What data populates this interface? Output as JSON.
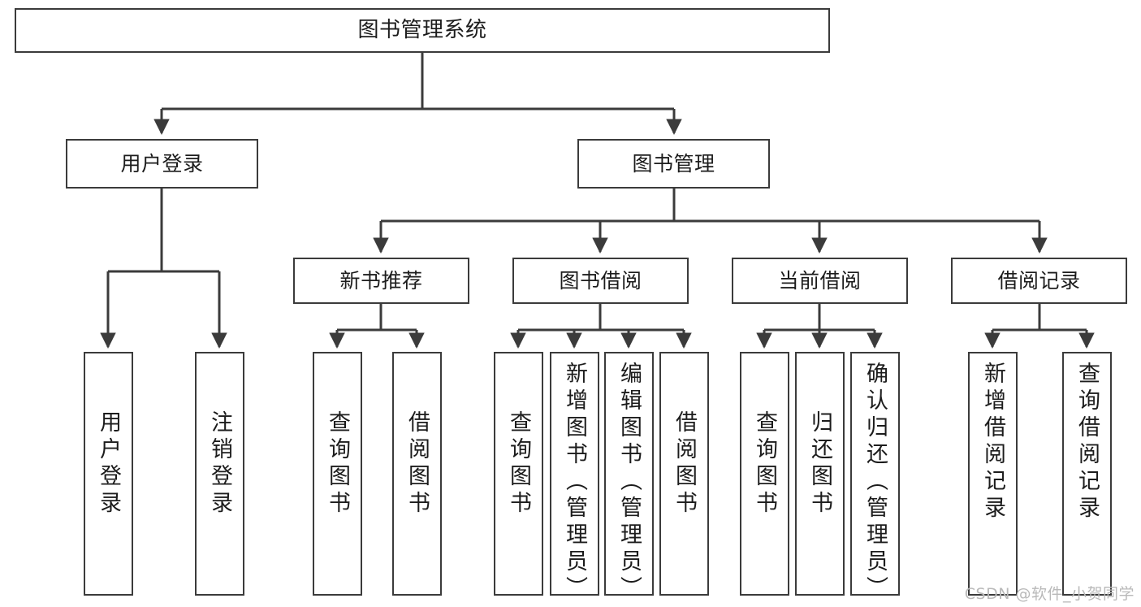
{
  "diagram": {
    "title": "图书管理系统",
    "type": "tree",
    "watermark": "CSDN @软件_小贺同学",
    "colors": {
      "stroke": "#3b3b3b",
      "fill": "#ffffff",
      "text": "#1c1c1c",
      "watermark": "#b9b9b9"
    },
    "root": {
      "label": "图书管理系统"
    },
    "level2": [
      {
        "label": "用户登录"
      },
      {
        "label": "图书管理"
      }
    ],
    "level3": [
      {
        "label": "新书推荐"
      },
      {
        "label": "图书借阅"
      },
      {
        "label": "当前借阅"
      },
      {
        "label": "借阅记录"
      }
    ],
    "leaves": [
      {
        "label": "用户登录",
        "parent": "用户登录"
      },
      {
        "label": "注销登录",
        "parent": "用户登录"
      },
      {
        "label": "查询图书",
        "parent": "新书推荐"
      },
      {
        "label": "借阅图书",
        "parent": "新书推荐"
      },
      {
        "label": "查询图书",
        "parent": "图书借阅"
      },
      {
        "label": "新增图书（管理员）",
        "parent": "图书借阅"
      },
      {
        "label": "编辑图书（管理员）",
        "parent": "图书借阅"
      },
      {
        "label": "借阅图书",
        "parent": "图书借阅"
      },
      {
        "label": "查询图书",
        "parent": "当前借阅"
      },
      {
        "label": "归还图书",
        "parent": "当前借阅"
      },
      {
        "label": "确认归还（管理员）",
        "parent": "当前借阅"
      },
      {
        "label": "新增借阅记录",
        "parent": "借阅记录"
      },
      {
        "label": "查询借阅记录",
        "parent": "借阅记录"
      }
    ]
  }
}
